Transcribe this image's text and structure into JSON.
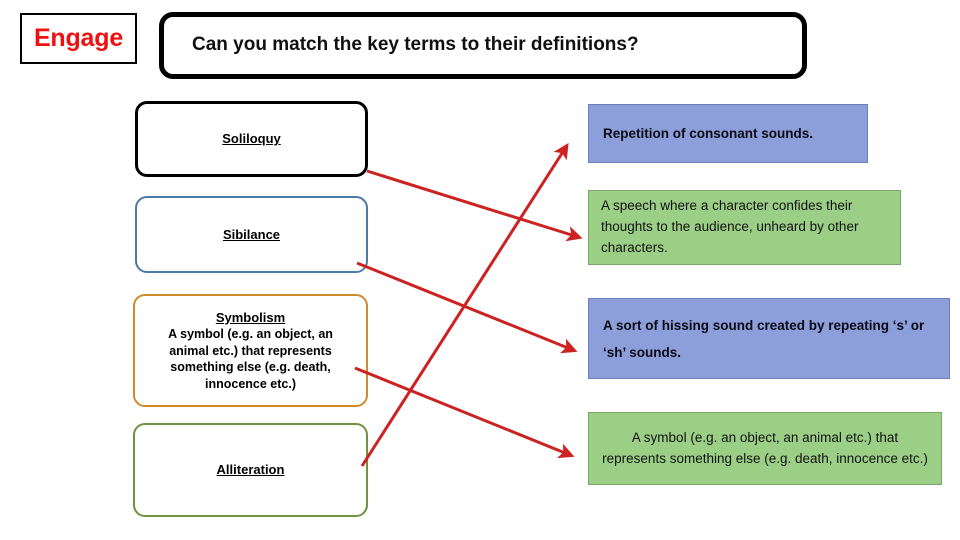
{
  "header": {
    "badge_label": "Engage",
    "title": "Can you match the key terms to their definitions?"
  },
  "colors": {
    "accent_red": "#ee1111",
    "arrow_red": "#cc2222",
    "definition_blue": "#8c9fdb",
    "definition_green": "#9bcf86",
    "border_black": "#000000",
    "border_blue": "#4b7aa8",
    "border_orange": "#d1892e",
    "border_green": "#6f9340"
  },
  "terms": [
    {
      "id": "soliloquy",
      "label": "Soliloquy",
      "body": "",
      "border_color": "#000000"
    },
    {
      "id": "sibilance",
      "label": "Sibilance",
      "body": "",
      "border_color": "#4b7aa8"
    },
    {
      "id": "symbolism",
      "label": "Symbolism",
      "body": "A symbol (e.g. an object, an animal etc.) that represents something else (e.g. death, innocence etc.)",
      "border_color": "#d1892e"
    },
    {
      "id": "alliteration",
      "label": "Alliteration",
      "body": "",
      "border_color": "#6f9340"
    }
  ],
  "definitions": [
    {
      "id": "consonant",
      "text": "Repetition of consonant sounds.",
      "fill": "#8c9fdb"
    },
    {
      "id": "speech",
      "text": "A speech where a character confides their thoughts to the audience, unheard by other characters.",
      "fill": "#9bcf86"
    },
    {
      "id": "hissing",
      "text": "A sort of hissing sound created by repeating ‘s’ or ‘sh’ sounds.",
      "fill": "#8c9fdb"
    },
    {
      "id": "symbol",
      "text": "A symbol (e.g. an object, an animal etc.) that represents something else (e.g. death, innocence etc.)",
      "fill": "#9bcf86"
    }
  ],
  "connections": [
    {
      "id": "soliloquy-to-speech",
      "from": "soliloquy",
      "to": "speech"
    },
    {
      "id": "sibilance-to-hissing",
      "from": "sibilance",
      "to": "hissing"
    },
    {
      "id": "symbolism-to-symbol",
      "from": "symbolism",
      "to": "symbol"
    },
    {
      "id": "alliteration-to-consonant",
      "from": "alliteration",
      "to": "consonant"
    }
  ]
}
